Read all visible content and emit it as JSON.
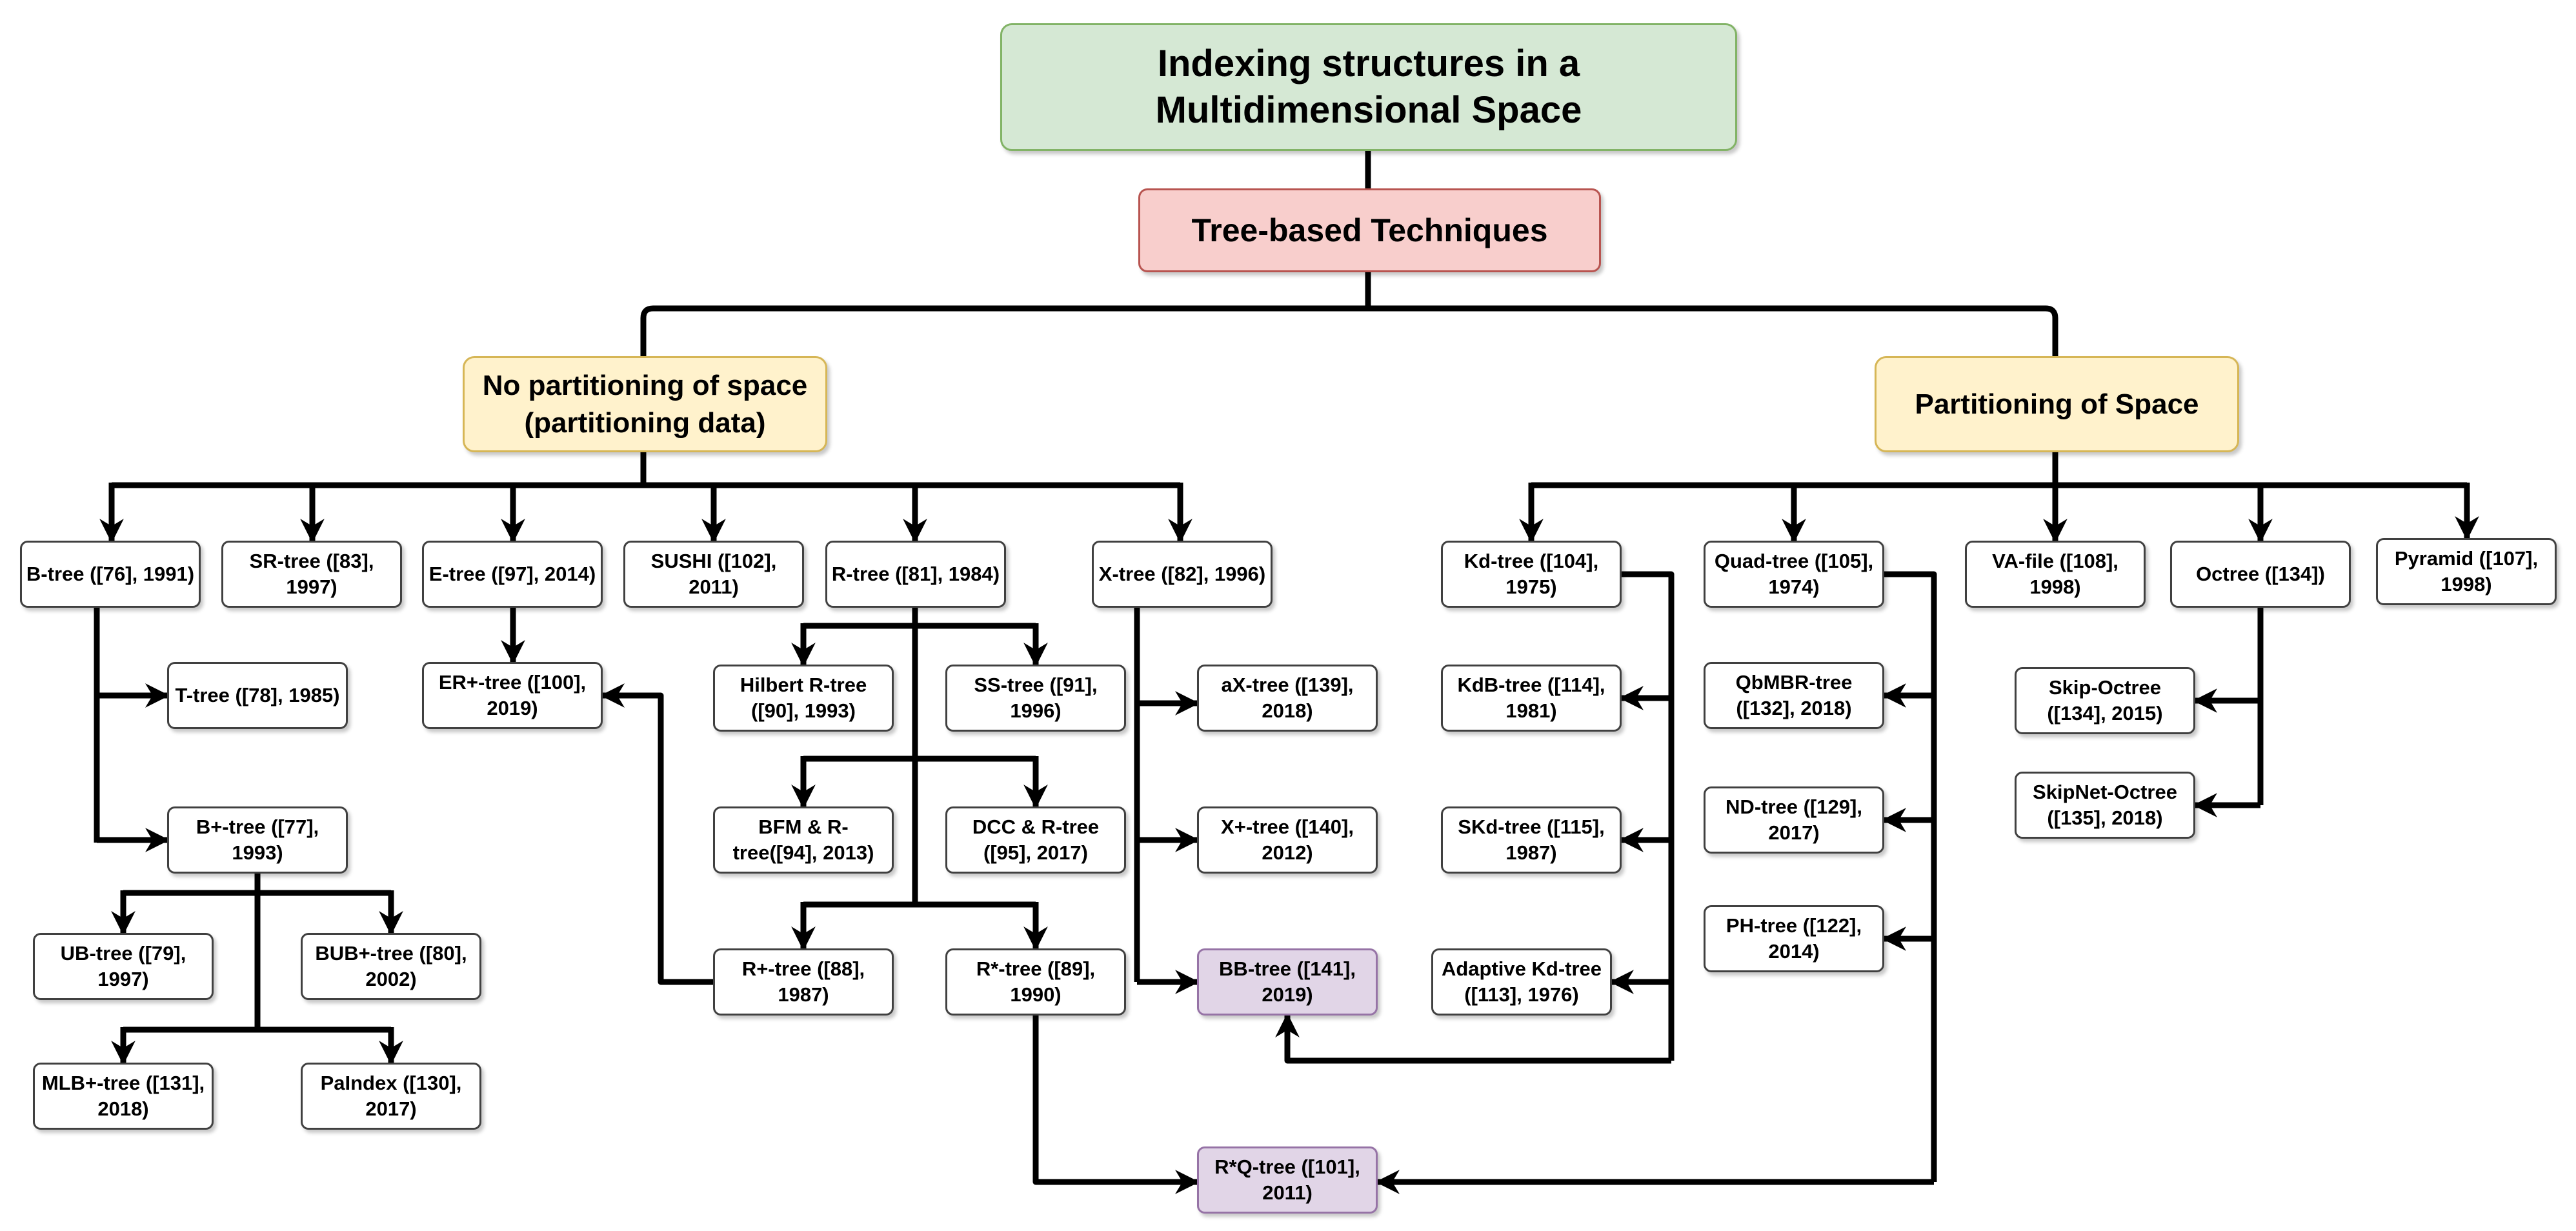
{
  "colors": {
    "root_fill": "#d5e8d4",
    "technique_fill": "#f8cecc",
    "category_fill": "#fff2cc",
    "highlight_fill": "#e1d5e7",
    "leaf_fill": "#ffffff",
    "edge": "#000000"
  },
  "root": "Indexing structures in a Multidimensional Space",
  "technique": "Tree-based Techniques",
  "categories": {
    "no_partitioning": "No partitioning of space (partitioning data)",
    "partitioning": "Partitioning of Space"
  },
  "nodes": {
    "btree": "B-tree ([76], 1991)",
    "srtree": "SR-tree ([83], 1997)",
    "etree": "E-tree ([97], 2014)",
    "sushi": "SUSHI ([102], 2011)",
    "rtree": "R-tree ([81], 1984)",
    "xtree": "X-tree ([82], 1996)",
    "ttree": "T-tree ([78], 1985)",
    "erplustree": "ER+-tree ([100], 2019)",
    "hilbert": "Hilbert R-tree ([90], 1993)",
    "sstree": "SS-tree ([91], 1996)",
    "axtree": "aX-tree ([139], 2018)",
    "bplustree": "B+-tree ([77], 1993)",
    "bfm": "BFM & R-tree([94], 2013)",
    "dcc": "DCC & R-tree ([95], 2017)",
    "xplustree": "X+-tree ([140], 2012)",
    "ubtree": "UB-tree ([79], 1997)",
    "bubplus": "BUB+-tree ([80], 2002)",
    "rplustree": "R+-tree ([88], 1987)",
    "rstartree": "R*-tree ([89], 1990)",
    "bbtree": "BB-tree ([141], 2019)",
    "mlbplus": "MLB+-tree ([131], 2018)",
    "paindex": "PaIndex ([130], 2017)",
    "rstarq": "R*Q-tree ([101], 2011)",
    "kdtree": "Kd-tree ([104], 1975)",
    "quadtree": "Quad-tree ([105], 1974)",
    "vafile": "VA-file ([108], 1998)",
    "octree": "Octree ([134])",
    "pyramid": "Pyramid ([107], 1998)",
    "kdbtree": "KdB-tree ([114], 1981)",
    "qbmbr": "QbMBR-tree ([132], 2018)",
    "skipoctree": "Skip-Octree ([134], 2015)",
    "skipnet": "SkipNet-Octree ([135], 2018)",
    "skdtree": "SKd-tree ([115], 1987)",
    "ndtree": "ND-tree ([129], 2017)",
    "phtree": "PH-tree ([122], 2014)",
    "adaptivekd": "Adaptive Kd-tree ([113], 1976)"
  }
}
